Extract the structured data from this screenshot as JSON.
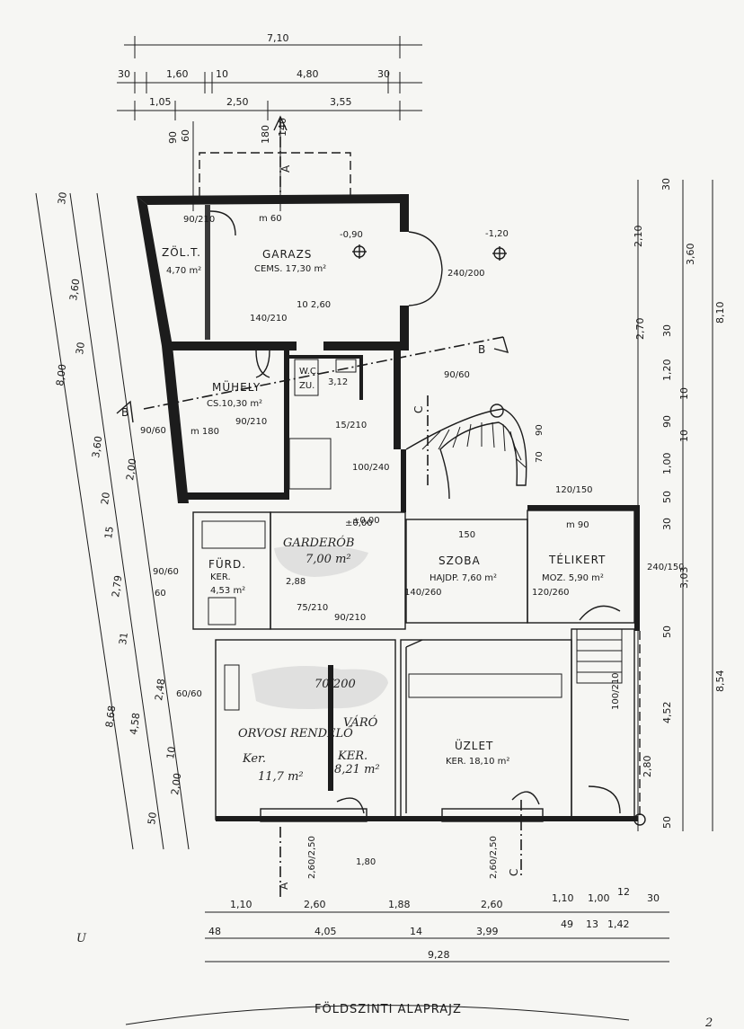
{
  "title": "FÖLDSZINTI ALAPRAJZ",
  "handwriting": {
    "corner_mark": "U",
    "page_number": "2"
  },
  "sections": {
    "a_top": "A",
    "a_bottom": "A",
    "b_left": "B",
    "b_right": "B",
    "c_top": "C",
    "c_bottom": "C"
  },
  "rooms": {
    "garazs": {
      "name": "GARAZS",
      "area": "CEMS. 17,30 m²"
    },
    "zolt": {
      "name": "ZÖL.T.",
      "area": "4,70 m²"
    },
    "muhely": {
      "name": "MÜHELY",
      "area": "CS.10,30 m²"
    },
    "wc": {
      "line1": "W.C.",
      "line2": "ZU."
    },
    "furdo": {
      "name": "FÜRD.",
      "area1": "KER.",
      "area2": "4,53 m²"
    },
    "garderob": {
      "name": "GARDERÓB",
      "area": "7,00 m²"
    },
    "szoba": {
      "name": "SZOBA",
      "area": "HAJDP. 7,60 m²"
    },
    "telikert": {
      "name": "TÉLIKERT",
      "area": "MOZ. 5,90 m²"
    },
    "orvosi": {
      "name": "ORVOSI RENDELŐ",
      "area1": "Ker.",
      "area2": "11,7 m²"
    },
    "varo": {
      "name": "VÁRÓ",
      "area1": "KER.",
      "area2": "8,21 m²"
    },
    "uzlet": {
      "name": "ÜZLET",
      "area": "KER. 18,10 m²"
    }
  },
  "levels": {
    "garazs": "-0,90",
    "outside": "-1,20",
    "ground": "±0,00"
  },
  "top_dims": {
    "total": "7,10",
    "row2": [
      "30",
      "1,60",
      "10",
      "4,80",
      "30"
    ],
    "row3": [
      "1,05",
      "2,50",
      "3,55"
    ]
  },
  "bottom_dims": {
    "row1": [
      "1,10",
      "2,60",
      "1,88",
      "2,60",
      "1,10",
      "1,00",
      "12",
      "30"
    ],
    "row2": [
      "48",
      "4,05",
      "14",
      "3,99",
      "49",
      "13",
      "1,42"
    ],
    "total": "9,28"
  },
  "left_dims": {
    "total_upper": "8,00",
    "total_lower": "8,68",
    "inner": [
      "30",
      "3,60",
      "30",
      "3,60",
      "2,00",
      "20",
      "15",
      "2,79",
      "31",
      "2,48",
      "4,58",
      "10",
      "2,00",
      "50"
    ]
  },
  "right_dims": {
    "total_upper": "8,10",
    "total_lower": "8,54",
    "inner": [
      "30",
      "2,10",
      "3,60",
      "2,70",
      "30",
      "1,20",
      "10",
      "90",
      "10",
      "1,00",
      "50",
      "30",
      "3,03",
      "50",
      "4,52",
      "2,80",
      "50"
    ]
  },
  "openings": {
    "d_garage_top": "m 60",
    "w_zolt": "90/210",
    "d_garage_right": "240/200",
    "d_garage_left": "140/210",
    "dim_garage": "10 2,60",
    "w_muhely": "90/210",
    "w_wc": "90/60",
    "wc_d": "3,12",
    "stair_d": "75/210",
    "d_hall": "100/240",
    "w_left": "90/60",
    "w_bath_left": "90/60",
    "d_bath": "75/210",
    "d_gard": "90/210",
    "d_szoba": "140/260",
    "d_szoba2": "120/260",
    "w_szoba": "150",
    "w_tk": "240/150",
    "w_tk_top": "m 90",
    "w_tk_small": "120/150",
    "d_varo": "70/200",
    "w_orv": "60/60",
    "d_uzlet": "100/210",
    "door_s1": "2,60/2,50",
    "door_s2": "2,60/2,50",
    "win_s": "1,80",
    "gard_ext": "2,88",
    "m_180": "m 180",
    "wc_side": "15/210",
    "bath_s": "60",
    "ground_mark": "±0,00",
    "top_col": [
      "180",
      "140",
      "90",
      "60"
    ],
    "tk_col": [
      "70",
      "90"
    ]
  }
}
